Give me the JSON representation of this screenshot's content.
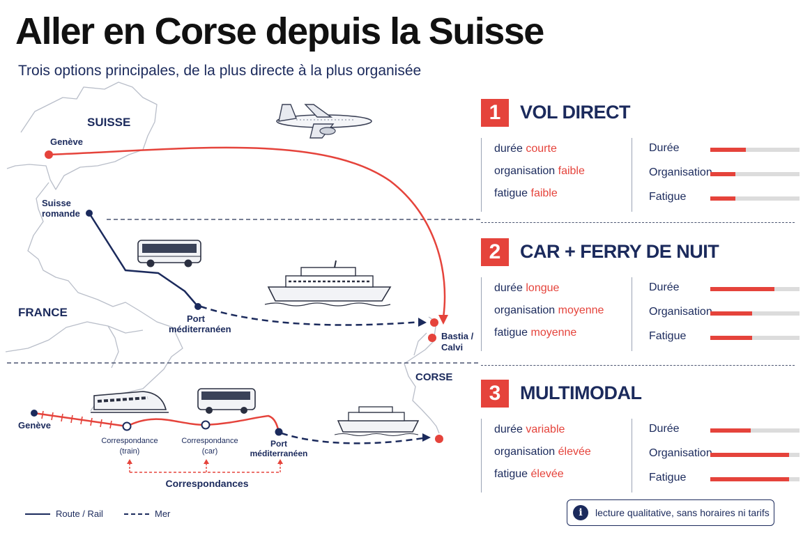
{
  "title": "Aller en Corse depuis la Suisse",
  "subtitle": "Trois options principales, de la plus directe à la plus organisée",
  "map_labels": {
    "suisse": "SUISSE",
    "geneve_top": "Genève",
    "suisse_romande_1": "Suisse",
    "suisse_romande_2": "romande",
    "france": "FRANCE",
    "port_1": "Port",
    "port_2": "méditerranéen",
    "bastia_1": "Bastia /",
    "bastia_2": "Calvi",
    "corse": "CORSE",
    "geneve_bottom": "Genève",
    "corr_train_1": "Correspondance",
    "corr_train_2": "(train)",
    "corr_car_1": "Correspondance",
    "corr_car_2": "(car)",
    "port_b_1": "Port",
    "port_b_2": "méditerranéen",
    "correspondances": "Correspondances"
  },
  "options": [
    {
      "number": "1",
      "title": "VOL DIRECT",
      "criteria": [
        {
          "label": "durée",
          "value": "courte"
        },
        {
          "label": "organisation",
          "value": "faible"
        },
        {
          "label": "fatigue",
          "value": "faible"
        }
      ],
      "bars": [
        {
          "label": "Durée",
          "level": 0.4
        },
        {
          "label": "Organisation",
          "level": 0.28
        },
        {
          "label": "Fatigue",
          "level": 0.28
        }
      ]
    },
    {
      "number": "2",
      "title": "CAR + FERRY DE NUIT",
      "criteria": [
        {
          "label": "durée",
          "value": "longue"
        },
        {
          "label": "organisation",
          "value": "moyenne"
        },
        {
          "label": "fatigue",
          "value": "moyenne"
        }
      ],
      "bars": [
        {
          "label": "Durée",
          "level": 0.72
        },
        {
          "label": "Organisation",
          "level": 0.47
        },
        {
          "label": "Fatigue",
          "level": 0.47
        }
      ]
    },
    {
      "number": "3",
      "title": "MULTIMODAL",
      "criteria": [
        {
          "label": "durée",
          "value": "variable"
        },
        {
          "label": "organisation",
          "value": "élevée"
        },
        {
          "label": "fatigue",
          "value": "élevée"
        }
      ],
      "bars": [
        {
          "label": "Durée",
          "level": 0.45
        },
        {
          "label": "Organisation",
          "level": 0.88
        },
        {
          "label": "Fatigue",
          "level": 0.88
        }
      ]
    }
  ],
  "legend": {
    "road": "Route / Rail",
    "sea": "Mer"
  },
  "note": "lecture qualitative, sans horaires ni tarifs",
  "colors": {
    "accent": "#e5433b",
    "navy": "#1b2a5c",
    "track": "#dcdcdc"
  }
}
